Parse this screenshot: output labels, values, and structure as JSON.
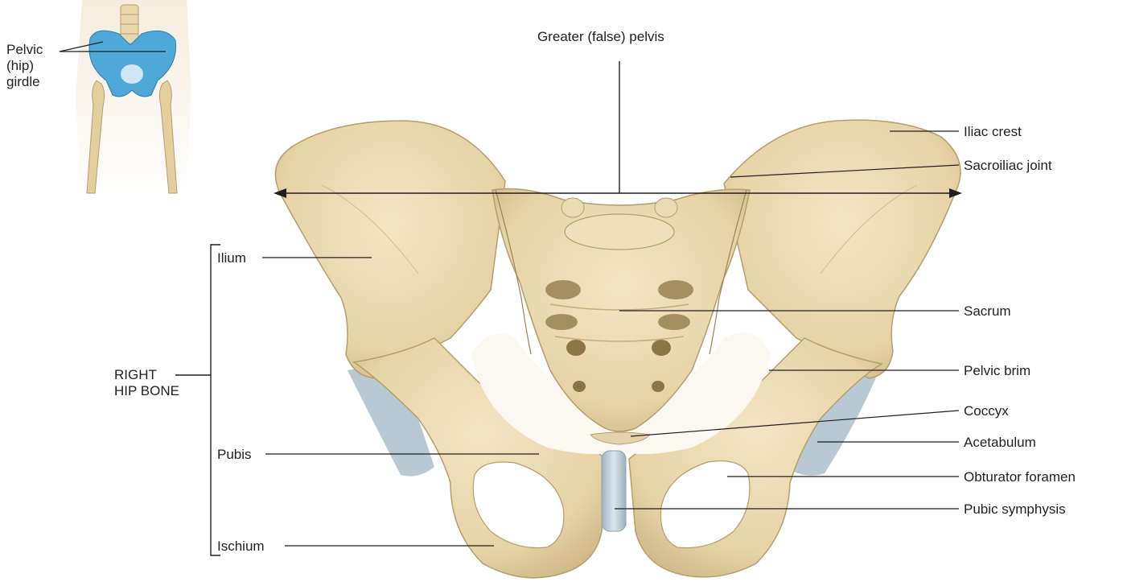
{
  "inset": {
    "label_lines": [
      "Pelvic",
      "(hip)",
      "girdle"
    ]
  },
  "top_label": "Greater (false) pelvis",
  "right_labels": {
    "iliac_crest": "Iliac crest",
    "sacroiliac_joint": "Sacroiliac joint",
    "sacrum": "Sacrum",
    "pelvic_brim": "Pelvic brim",
    "coccyx": "Coccyx",
    "acetabulum": "Acetabulum",
    "obturator_foramen": "Obturator foramen",
    "pubic_symphysis": "Pubic symphysis"
  },
  "left_labels": {
    "ilium": "Ilium",
    "pubis": "Pubis",
    "ischium": "Ischium"
  },
  "group_label_lines": [
    "RIGHT",
    "HIP BONE"
  ],
  "colors": {
    "bone": "#ecdcb6",
    "bone_shadow": "#d7c293",
    "bone_dark": "#b69d6b",
    "cartilage": "#b9c9d3",
    "inset_highlight": "#4fa9d8",
    "inset_skin": "#f3e7d6",
    "line": "#231f20"
  }
}
